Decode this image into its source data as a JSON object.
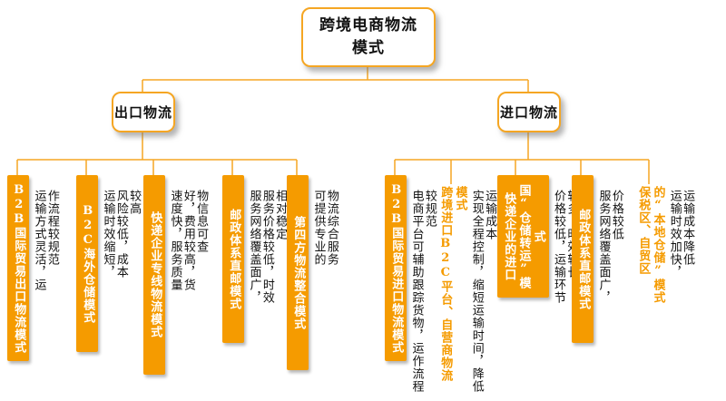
{
  "diagram": {
    "root": "跨境电商物流模式",
    "branches": [
      {
        "label": "出口物流",
        "modes": [
          {
            "title": "B2B国际贸易出口物流模式",
            "desc": "运输方式灵活，运作流程较规范"
          },
          {
            "title": "B2C海外仓储模式",
            "desc": "运输时效缩短，风险较低，成本较高"
          },
          {
            "title": "快递企业专线物流模式",
            "desc": "速度快，服务质量好，费用较高，货物信息可查"
          },
          {
            "title": "邮政体系直邮模式",
            "desc": "服务网络覆盖面广，服务价格较低，时效相对稳定"
          },
          {
            "title": "第四方物流整合模式",
            "desc": "可提供专业的物流综合服务"
          }
        ]
      },
      {
        "label": "进口物流",
        "modes": [
          {
            "title": "B2B国际贸易进口物流模式",
            "desc": "电商平台可辅助跟踪货物，运作流程较规范"
          },
          {
            "title": "跨境进口B2C平台、自营商物流模式",
            "desc": "实现全程控制，缩短运输时间，降低运输成本"
          },
          {
            "title": "快递企业的进口国“仓储转运”模式",
            "desc": "价格较低，运输环节较多，时效较长"
          },
          {
            "title": "邮政体系直邮模式",
            "desc": "服务网络覆盖面广，价格较低"
          },
          {
            "title": "保税区、自贸区的“本地仓储”模式",
            "desc": "运输时效加快，运输成本降低"
          }
        ]
      }
    ]
  },
  "colors": {
    "accent": "#F59B00",
    "line": "#F5A623",
    "desc_text": "#111111"
  }
}
